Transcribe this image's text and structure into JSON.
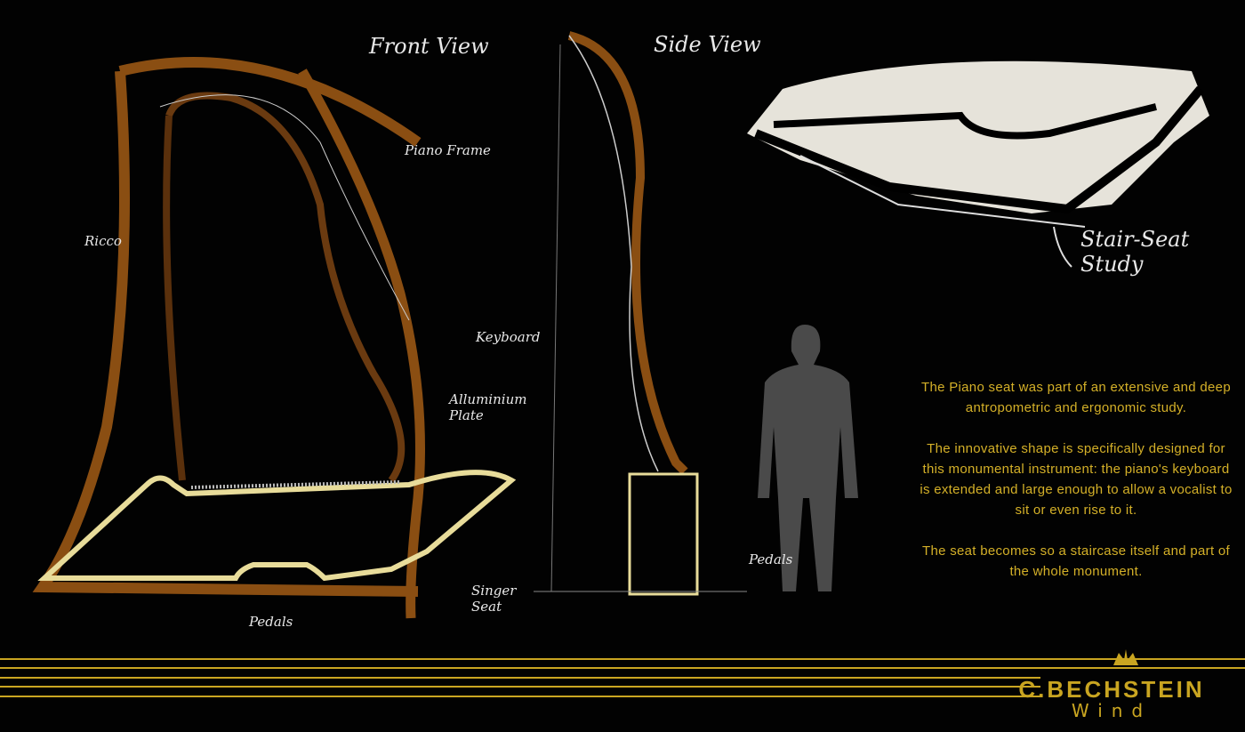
{
  "labels": {
    "front_view": "Front View",
    "side_view": "Side View",
    "piano_frame": "Piano Frame",
    "ricco": "Ricco",
    "keyboard": "Keyboard",
    "alluminium_plate": "Alluminium Plate",
    "pedals_front": "Pedals",
    "pedals_side": "Pedals",
    "singer_seat": "Singer Seat",
    "stair_seat_study": "Stair-Seat Study"
  },
  "description": {
    "p1": "The Piano seat was part of an extensive and deep antropometric and ergonomic study.",
    "p2": "The innovative shape is specifically designed for this monumental instrument: the piano's keyboard is extended and large enough to allow a vocalist to sit or even rise to it.",
    "p3": "The seat becomes so a staircase itself and part of the whole monument."
  },
  "brand": {
    "name": "C.BECHSTEIN",
    "sub": "Wind"
  },
  "colors": {
    "gold": "#c9a521",
    "frame_brown": "#8a4e12",
    "seat_cream": "#e8dc9a",
    "text_gold": "#d4b028"
  }
}
